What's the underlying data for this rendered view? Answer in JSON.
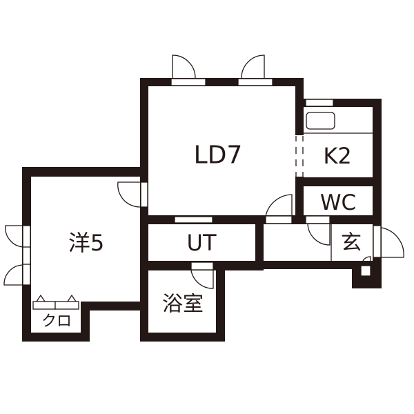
{
  "floor_plan": {
    "rooms": {
      "ld": "LD7",
      "kitchen": "K2",
      "wc": "WC",
      "western_room": "洋5",
      "utility": "UT",
      "bathroom": "浴室",
      "closet": "クロ",
      "entrance": "玄"
    },
    "colors": {
      "wall": "#231815",
      "background": "#ffffff"
    }
  }
}
